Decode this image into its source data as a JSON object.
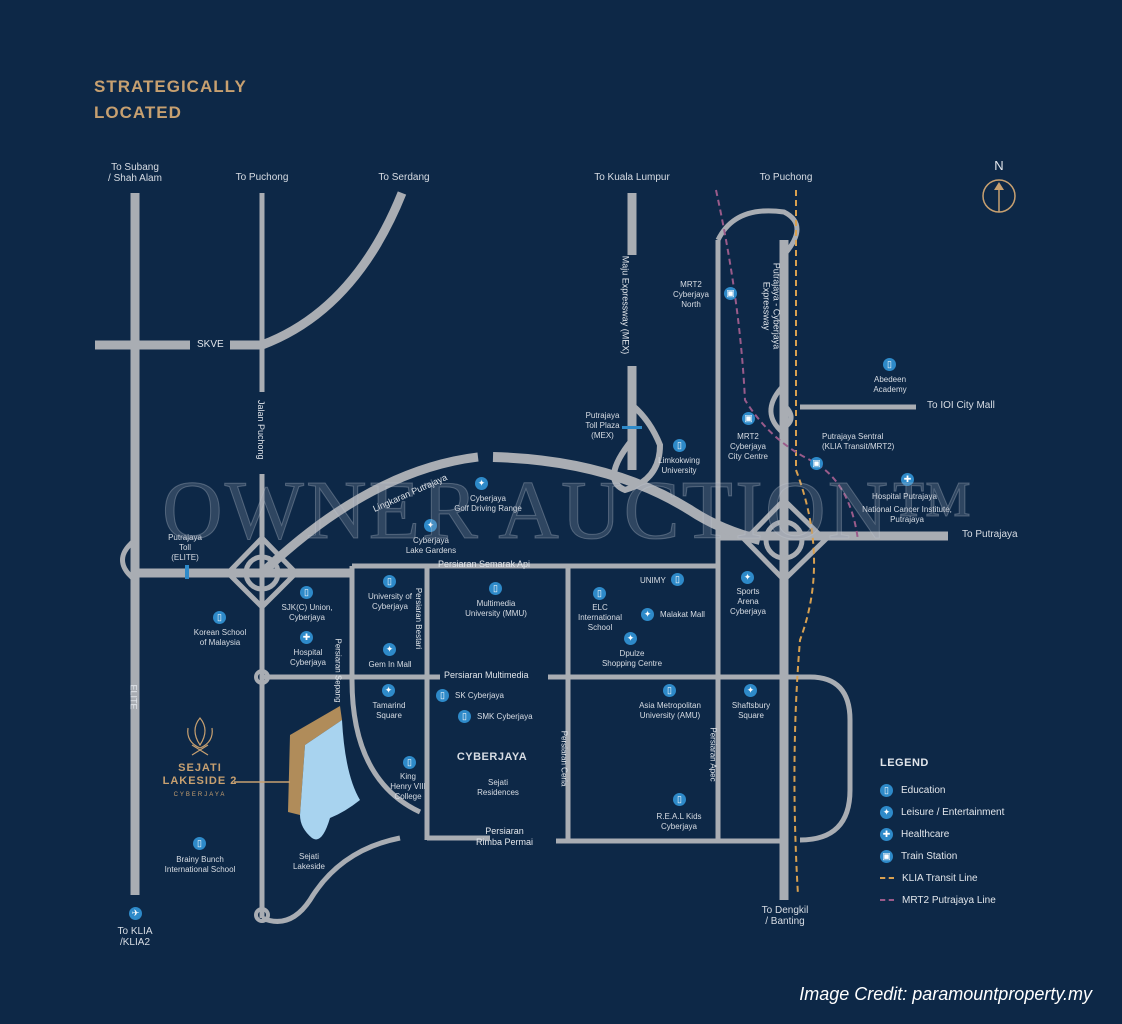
{
  "title": {
    "line1": "STRATEGICALLY",
    "line2": "LOCATED"
  },
  "compass": {
    "label": "N"
  },
  "directions": {
    "subang": "To Subang\n/ Shah Alam",
    "puchong_w": "To Puchong",
    "serdang": "To Serdang",
    "kl": "To Kuala Lumpur",
    "puchong_e": "To Puchong",
    "ioi": "To IOI City Mall",
    "putrajaya": "To Putrajaya",
    "dengkil": "To Dengkil\n/ Banting",
    "klia": "To KLIA\n/KLIA2"
  },
  "roads": {
    "skve": "SKVE",
    "jalan_puchong": "Jalan Puchong",
    "elite": "ELITE",
    "mex": "Maju Expressway (MEX)",
    "pce": "Putrajaya - Cyberjaya\nExpressway",
    "lingkaran": "Lingkaran Putrajaya",
    "semarak": "Persiaran Semarak Api",
    "multimedia": "Persiaran Multimedia",
    "sepang": "Persiaran Sepang",
    "bestari": "Persiaran Bestari",
    "ceria": "Persiaran Ceria",
    "apec": "Persiaran Apec",
    "rimba": "Persiaran\nRimba Permai"
  },
  "places": {
    "putrajaya_toll": "Putrajaya\nToll\n(ELITE)",
    "mex_toll": "Putrajaya\nToll Plaza\n(MEX)",
    "mrt_north": "MRT2\nCyberjaya\nNorth",
    "mrt_centre": "MRT2\nCyberjaya\nCity Centre",
    "sentral": "Putrajaya Sentral\n(KLIA Transit/MRT2)",
    "abedeen": "Abedeen\nAcademy",
    "hospital_putrajaya": "Hospital Putrajaya",
    "nci": "National Cancer Institute,\nPutrajaya",
    "limkokwing": "Limkokwing\nUniversity",
    "golf": "Cyberjaya\nGolf Driving Range",
    "lake_gardens": "Cyberjaya\nLake Gardens",
    "sjkc": "SJK(C) Union,\nCyberjaya",
    "korean": "Korean School\nof Malaysia",
    "hospital_cyberjaya": "Hospital\nCyberjaya",
    "uoc": "University of\nCyberjaya",
    "gem_in": "Gem In Mall",
    "mmu": "Multimedia\nUniversity (MMU)",
    "elc": "ELC\nInternational\nSchool",
    "unimy": "UNIMY",
    "malakat": "Malakat Mall",
    "dpulze": "Dpulze\nShopping Centre",
    "sports_arena": "Sports\nArena\nCyberjaya",
    "tamarind": "Tamarind\nSquare",
    "sk_cyberjaya": "SK Cyberjaya",
    "smk_cyberjaya": "SMK Cyberjaya",
    "amu": "Asia Metropolitan\nUniversity (AMU)",
    "shaftsbury": "Shaftsbury\nSquare",
    "cyberjaya": "CYBERJAYA",
    "sejati_res": "Sejati\nResidences",
    "king_henry": "King\nHenry VIII\nCollege",
    "real_kids": "R.E.A.L Kids\nCyberjaya",
    "sejati_lakeside": "Sejati\nLakeside",
    "brainy": "Brainy Bunch\nInternational School"
  },
  "brand": {
    "name": "SEJATI\nLAKESIDE 2",
    "sub": "CYBERJAYA"
  },
  "legend": {
    "title": "LEGEND",
    "items": [
      {
        "label": "Education",
        "icon": "book-icon"
      },
      {
        "label": "Leisure / Entertainment",
        "icon": "star-icon"
      },
      {
        "label": "Healthcare",
        "icon": "cross-icon"
      },
      {
        "label": "Train Station",
        "icon": "train-icon"
      },
      {
        "label": "KLIA Transit Line",
        "color": "#d8a050"
      },
      {
        "label": "MRT2 Putrajaya Line",
        "color": "#9a5b8a"
      }
    ]
  },
  "watermark": "OWNER AUCTION™",
  "credit": "Image Credit: paramountproperty.my",
  "colors": {
    "background": "#0d2847",
    "road": "#a9adb3",
    "accent": "#c7a070",
    "poi": "#2e8ac9",
    "lake": "#a8d3ef",
    "land": "#b08c5a"
  }
}
